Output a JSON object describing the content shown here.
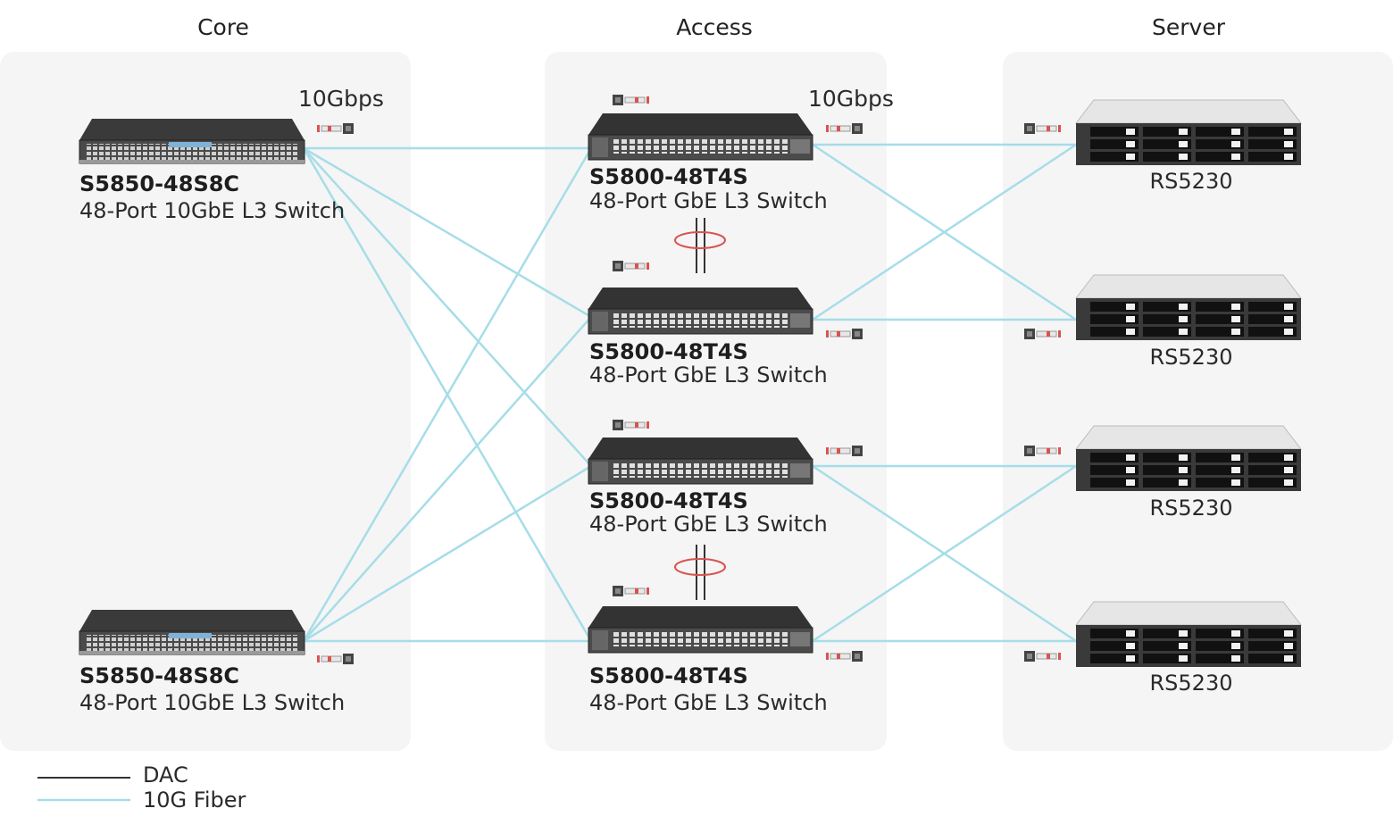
{
  "columns": {
    "core": "Core",
    "access": "Access",
    "server": "Server"
  },
  "core_switches": [
    {
      "model": "S5850-48S8C",
      "description": "48-Port 10GbE L3 Switch"
    },
    {
      "model": "S5850-48S8C",
      "description": "48-Port 10GbE L3 Switch"
    }
  ],
  "access_switches": [
    {
      "model": "S5800-48T4S",
      "description": "48-Port GbE L3 Switch"
    },
    {
      "model": "S5800-48T4S",
      "description": "48-Port GbE L3 Switch"
    },
    {
      "model": "S5800-48T4S",
      "description": "48-Port GbE L3 Switch"
    },
    {
      "model": "S5800-48T4S",
      "description": "48-Port GbE L3 Switch"
    }
  ],
  "servers": [
    {
      "model": "RS5230"
    },
    {
      "model": "RS5230"
    },
    {
      "model": "RS5230"
    },
    {
      "model": "RS5230"
    }
  ],
  "speed_labels": [
    "10Gbps",
    "10Gbps"
  ],
  "legend": [
    {
      "label": "DAC",
      "color": "#333333"
    },
    {
      "label": "10G Fiber",
      "color": "#a6dde8"
    }
  ],
  "colors": {
    "fiber": "#a6dde8",
    "dac": "#333333",
    "panel": "#f5f5f5",
    "transceiver_red": "#d9534f"
  }
}
